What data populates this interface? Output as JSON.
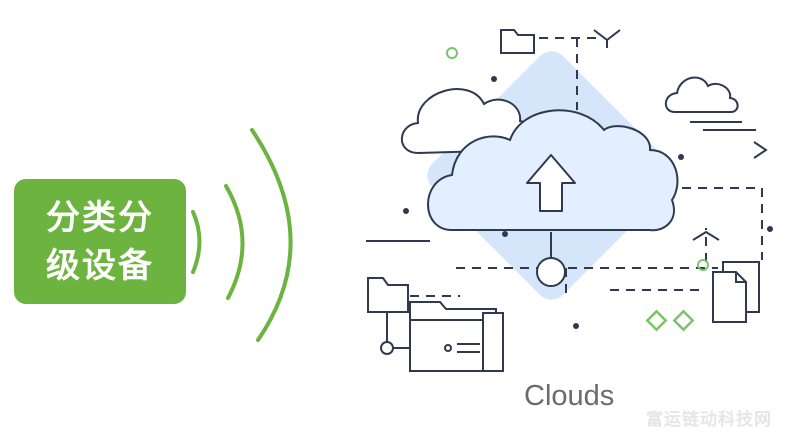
{
  "badge": {
    "line1": "分类分",
    "line2": "级设备"
  },
  "caption": "Clouds",
  "watermark": "富运链动科技网",
  "colors": {
    "badge": "#6db33f",
    "signal": "#6db33f",
    "diamond": "#d6e6fa",
    "stroke": "#2f3a50",
    "cloud_fill": "#e3efff",
    "accent_green": "#7dc36a",
    "caption": "#6b6b6b"
  },
  "icons": [
    "signal-waves-icon",
    "cloud-upload-icon",
    "cloud-icon",
    "folder-icon",
    "documents-icon",
    "diamond-icon"
  ]
}
